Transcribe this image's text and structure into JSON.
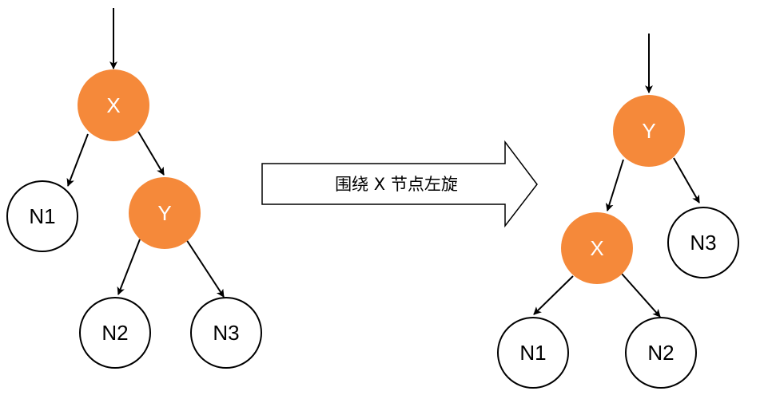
{
  "colors": {
    "highlight_fill": "#f5893a",
    "highlight_text": "#ffffff",
    "plain_fill": "#ffffff",
    "plain_stroke": "#000000",
    "plain_text": "#000000",
    "edge": "#000000"
  },
  "before": {
    "nodes": {
      "x": "X",
      "y": "Y",
      "n1": "N1",
      "n2": "N2",
      "n3": "N3"
    }
  },
  "after": {
    "nodes": {
      "y": "Y",
      "x": "X",
      "n1": "N1",
      "n2": "N2",
      "n3": "N3"
    }
  },
  "transition": {
    "label": "围绕 X 节点左旋"
  }
}
